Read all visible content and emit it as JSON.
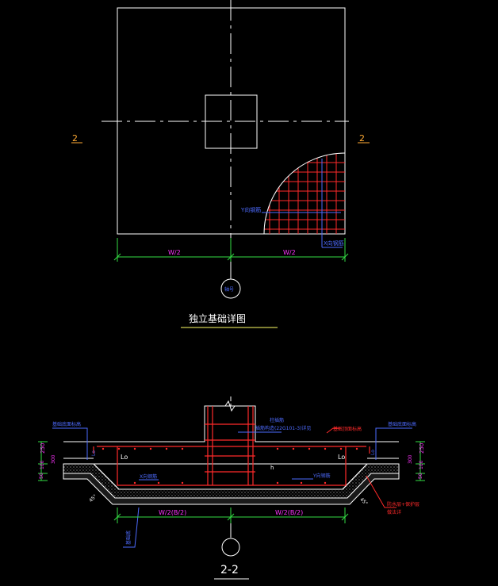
{
  "plan": {
    "section_mark_left": "2",
    "section_mark_right": "2",
    "y_rebar_label": "Y向钢筋",
    "x_rebar_label": "X向钢筋",
    "dim_left": "W/2",
    "dim_right": "W/2",
    "axis_label": "轴号",
    "title": "独立基础详图"
  },
  "section": {
    "title": "2-2",
    "left_note": "基础底面标高",
    "right_note": "基础底面标高",
    "column_note_1": "柱插筋",
    "column_note_2": "插筋构造(22G101-3)详见",
    "red_callout": "基础顶面标高",
    "lo_1": "Lo",
    "lo_2": "Lo",
    "lo_3": "Lo",
    "lo_4": "Lo",
    "h_mark": "h",
    "x_rebar": "X向钢筋",
    "y_rebar": "Y向钢筋",
    "dim_left": "W/2(B/2)",
    "dim_right": "W/2(B/2)",
    "layer_250_l": "250",
    "layer_250_r": "250",
    "layer_100_l": "100",
    "layer_100_r": "100",
    "layer_50_l": "50",
    "layer_50_r": "50",
    "layer_300_l": "300",
    "layer_300_r": "300",
    "angle_l": "45°",
    "angle_r": "45°",
    "bottom_note": "基础底",
    "right_red_note_1": "防水层+保护层",
    "right_red_note_2": "做法详"
  },
  "colors": {
    "background": "#000000",
    "line": "#ffffff",
    "rebar": "#ff2a2a",
    "dimension": "#33dd44",
    "label_blue": "#4d6bff",
    "label_magenta": "#ff33ff",
    "section_mark": "#ffaa33"
  }
}
